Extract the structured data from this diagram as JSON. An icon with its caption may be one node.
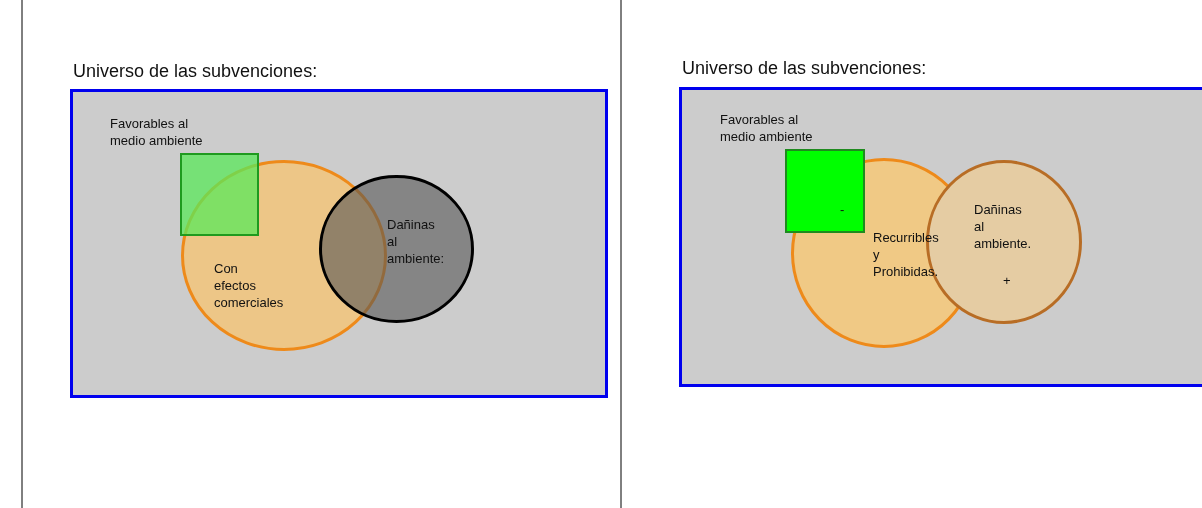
{
  "diagram": {
    "nodes": [
      {
        "text": [
          "Universo de las subvenciones:"
        ]
      },
      {
        "text": [
          "Favorables al medio ambiente"
        ],
        "in": 0
      },
      {
        "text": [
          "Con efectos comerciales"
        ],
        "in": 0
      },
      {
        "text": [
          "Dañinas al ambiente:"
        ],
        "in": 0
      },
      {
        "text": [
          "Universo de las subvenciones:"
        ]
      },
      {
        "text": [
          "Favorables al medio ambiente",
          "-"
        ],
        "in": 4
      },
      {
        "text": [
          "Recurribles y Prohibidas."
        ],
        "in": 4
      },
      {
        "text": [
          "Dañinas al ambiente.",
          "+"
        ],
        "in": 4
      }
    ]
  }
}
